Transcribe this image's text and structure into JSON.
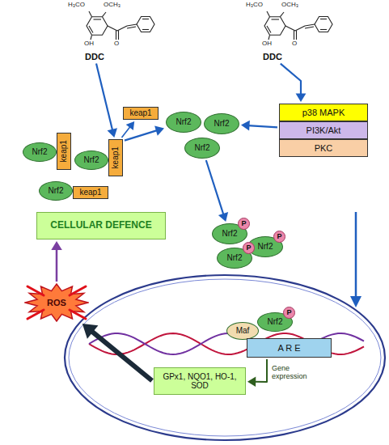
{
  "diagram": {
    "nodes": [
      {
        "text": [
          "DDC"
        ]
      },
      {
        "text": [
          "DDC"
        ]
      },
      {
        "text": [
          "Nrf2"
        ]
      },
      {
        "text": [
          "keap1"
        ]
      },
      {
        "text": [
          "Nrf2"
        ]
      },
      {
        "text": [
          "keap1"
        ]
      },
      {
        "text": [
          "Nrf2"
        ]
      },
      {
        "text": [
          "keap1"
        ]
      },
      {
        "text": [
          "keap1"
        ]
      },
      {
        "text": [
          "p38 MAPK"
        ]
      },
      {
        "text": [
          "PI3K/Akt"
        ]
      },
      {
        "text": [
          "PKC"
        ]
      },
      {
        "text": [
          "Nrf2"
        ]
      },
      {
        "text": [
          "Nrf2"
        ]
      },
      {
        "text": [
          "Nrf2"
        ]
      },
      {
        "text": [
          "Nrf2"
        ]
      },
      {
        "text": [
          "P"
        ],
        "in": 15
      },
      {
        "text": [
          "Nrf2"
        ]
      },
      {
        "text": [
          "P"
        ],
        "in": 17
      },
      {
        "text": [
          "Nrf2"
        ]
      },
      {
        "text": [
          "P"
        ],
        "in": 19
      },
      {
        "text": [
          "Maf"
        ]
      },
      {
        "text": [
          "Nrf2"
        ]
      },
      {
        "text": [
          "P"
        ],
        "in": 22
      },
      {
        "text": [
          "A R E"
        ]
      },
      {
        "text": [
          "GPx1, NQO1, HO-1, SOD"
        ]
      },
      {
        "text": [
          "ROS"
        ]
      },
      {
        "text": [
          "CELLULAR DEFENCE"
        ]
      }
    ],
    "edges": [
      {
        "from": 0,
        "to": 5,
        "arrow": "to"
      },
      {
        "from": 1,
        "to": 9,
        "arrow": "to"
      },
      {
        "from": 5,
        "to": 12,
        "arrow": "to"
      },
      {
        "from": 5,
        "to": 8,
        "arrow": "to"
      },
      {
        "from": 10,
        "to": 13,
        "arrow": "to"
      },
      {
        "from": 14,
        "to": 15,
        "arrow": "to"
      },
      {
        "from": 24,
        "to": 25,
        "label": "Gene expression",
        "arrow": "to"
      },
      {
        "from": 25,
        "to": 26,
        "arrow": "to"
      },
      {
        "from": 26,
        "to": 27,
        "arrow": "to"
      }
    ],
    "labels": [
      "H₃CO",
      "OCH₃",
      "OH",
      "O",
      "H₃CO",
      "OCH₃",
      "OH",
      "O"
    ]
  }
}
